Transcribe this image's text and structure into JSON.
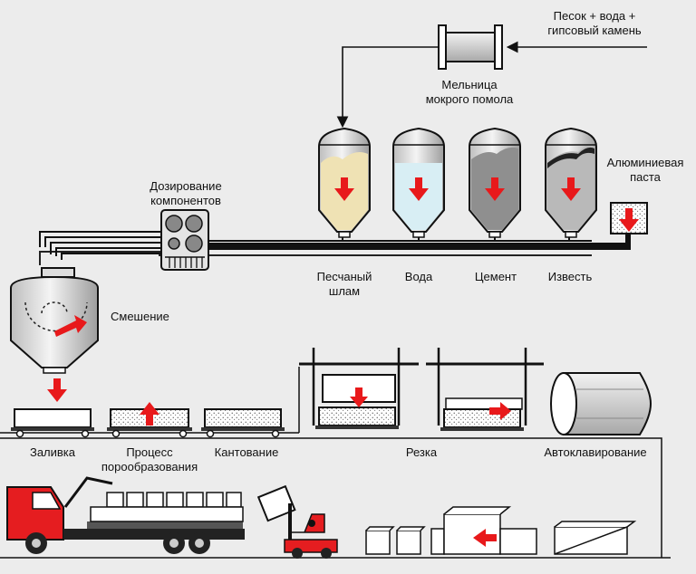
{
  "colors": {
    "background": "#ececec",
    "arrow": "#e8191b",
    "truck_red": "#e51d20",
    "pipe": "#111111",
    "sand": "#efe2b4",
    "water": "#d8eef4",
    "cement": "#8f8f8f",
    "lime": "#b9b9b9"
  },
  "labels": {
    "input": [
      "Песок + вода +",
      "гипсовый камень"
    ],
    "mill": [
      "Мельница",
      "мокрого помола"
    ],
    "dosing": [
      "Дозирование",
      "компонентов"
    ],
    "aluminum": [
      "Алюминиевая",
      "паста"
    ],
    "silos": {
      "sand": [
        "Песчаный",
        "шлам"
      ],
      "water": "Вода",
      "cement": "Цемент",
      "lime": "Известь"
    },
    "mixing": "Смешение",
    "steps": {
      "pouring": "Заливка",
      "foaming": [
        "Процесс",
        "порообразования"
      ],
      "tilting": "Кантование",
      "cutting": "Резка",
      "autoclave": "Автоклавирование"
    }
  },
  "icons": [
    "mill-icon",
    "silo-icon",
    "mixer-icon",
    "dosing-unit-icon",
    "aluminum-container-icon",
    "mold-icon",
    "cutting-frame-icon",
    "autoclave-icon",
    "truck-icon",
    "forklift-icon",
    "block-icon",
    "arrow-icon"
  ]
}
